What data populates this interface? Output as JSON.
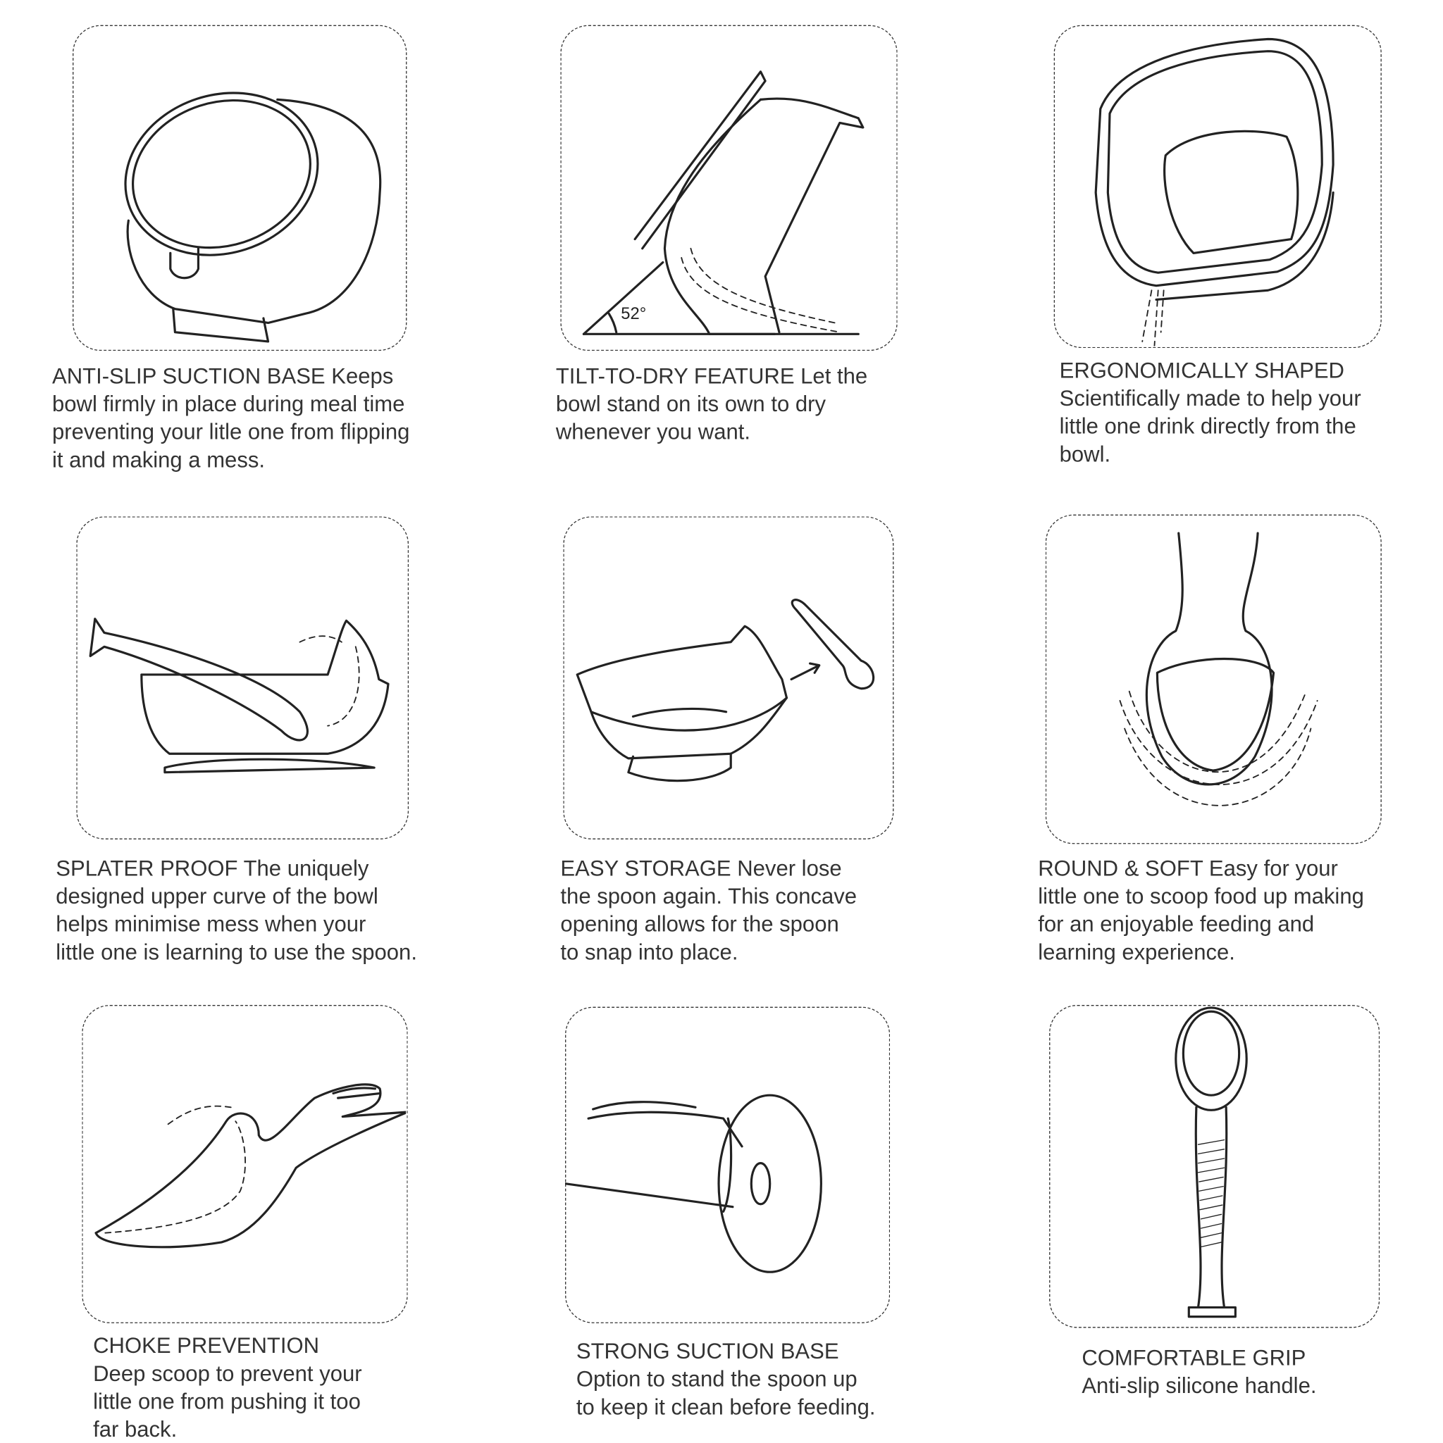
{
  "features": [
    {
      "title": "ANTI-SLIP SUCTION BASE",
      "lines": [
        "ANTI-SLIP SUCTION BASE Keeps",
        "bowl firmly in place during meal time",
        "preventing your litle one from flipping",
        "it and making a mess."
      ]
    },
    {
      "title": "TILT-TO-DRY FEATURE",
      "lines": [
        "TILT-TO-DRY FEATURE Let the",
        "bowl stand on its own to dry",
        "whenever you want."
      ],
      "angle_label": "52°"
    },
    {
      "title": "ERGONOMICALLY SHAPED",
      "lines": [
        "ERGONOMICALLY SHAPED",
        "Scientifically made to help your",
        "little one drink directly from the",
        "bowl."
      ]
    },
    {
      "title": "SPLATER PROOF",
      "lines": [
        "SPLATER PROOF The uniquely",
        "designed upper curve of the bowl",
        "helps minimise mess when your",
        "little one is learning to use the spoon."
      ]
    },
    {
      "title": "EASY STORAGE",
      "lines": [
        "EASY STORAGE Never lose",
        "the spoon again. This concave",
        "opening allows for the spoon",
        "to snap into place."
      ]
    },
    {
      "title": "ROUND & SOFT",
      "lines": [
        "ROUND & SOFT Easy for your",
        "little one to scoop food up making",
        "for an enjoyable feeding and",
        "learning experience."
      ]
    },
    {
      "title": "CHOKE PREVENTION",
      "lines": [
        "CHOKE PREVENTION",
        "Deep scoop to prevent your",
        "little one from pushing it too",
        "far back."
      ]
    },
    {
      "title": "STRONG SUCTION BASE",
      "lines": [
        "STRONG SUCTION BASE",
        "Option to stand the spoon up",
        "to keep it clean before feeding."
      ]
    },
    {
      "title": "COMFORTABLE GRIP",
      "lines": [
        "COMFORTABLE GRIP",
        "Anti-slip silicone handle."
      ]
    }
  ]
}
